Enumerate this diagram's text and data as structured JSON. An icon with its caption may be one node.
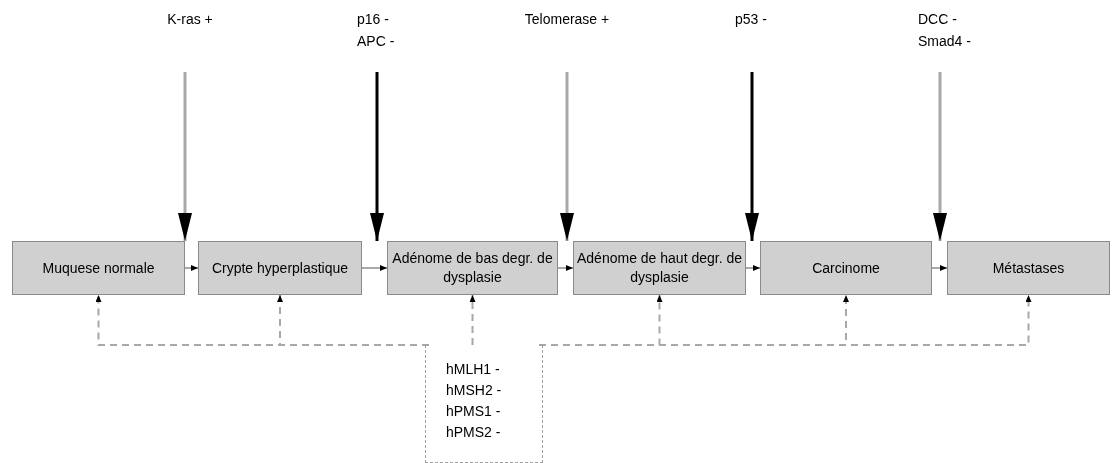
{
  "diagram": {
    "nodes": [
      {
        "text": [
          "K-ras +"
        ]
      },
      {
        "text": [
          "p16 - APC -"
        ]
      },
      {
        "text": [
          "Telomerase +"
        ]
      },
      {
        "text": [
          "p53 -"
        ]
      },
      {
        "text": [
          "DCC - Smad4 -"
        ]
      },
      {
        "text": [
          "Muquese normale"
        ]
      },
      {
        "text": [
          "Crypte hyperplastique"
        ]
      },
      {
        "text": [
          "Adénome de bas degr. de dysplasie"
        ]
      },
      {
        "text": [
          "Adénome de haut degr. de dysplasie"
        ]
      },
      {
        "text": [
          "Carcinome"
        ]
      },
      {
        "text": [
          "Métastases"
        ]
      },
      {
        "text": [
          "hMLH1 - hMSH2 - hPMS1 - hPMS2 -"
        ]
      }
    ],
    "edges": [
      {
        "from": 0,
        "to": 6,
        "arrow": "to"
      },
      {
        "from": 1,
        "to": 7,
        "arrow": "to",
        "color": "#000000"
      },
      {
        "from": 2,
        "to": 8,
        "arrow": "to"
      },
      {
        "from": 3,
        "to": 9,
        "arrow": "to",
        "color": "#000000"
      },
      {
        "from": 4,
        "to": 10,
        "arrow": "to"
      },
      {
        "from": 5,
        "to": 6,
        "arrow": "to"
      },
      {
        "from": 6,
        "to": 7,
        "arrow": "to"
      },
      {
        "from": 7,
        "to": 8,
        "arrow": "to"
      },
      {
        "from": 8,
        "to": 9,
        "arrow": "to"
      },
      {
        "from": 9,
        "to": 10,
        "arrow": "to"
      },
      {
        "from": 11,
        "to": 5,
        "arrow": "to",
        "style": "dashed"
      },
      {
        "from": 11,
        "to": 6,
        "arrow": "to",
        "style": "dashed"
      },
      {
        "from": 11,
        "to": 7,
        "arrow": "to",
        "style": "dashed"
      },
      {
        "from": 11,
        "to": 8,
        "arrow": "to",
        "style": "dashed"
      },
      {
        "from": 11,
        "to": 9,
        "arrow": "to",
        "style": "dashed"
      },
      {
        "from": 11,
        "to": 10,
        "arrow": "to",
        "style": "dashed"
      }
    ]
  }
}
